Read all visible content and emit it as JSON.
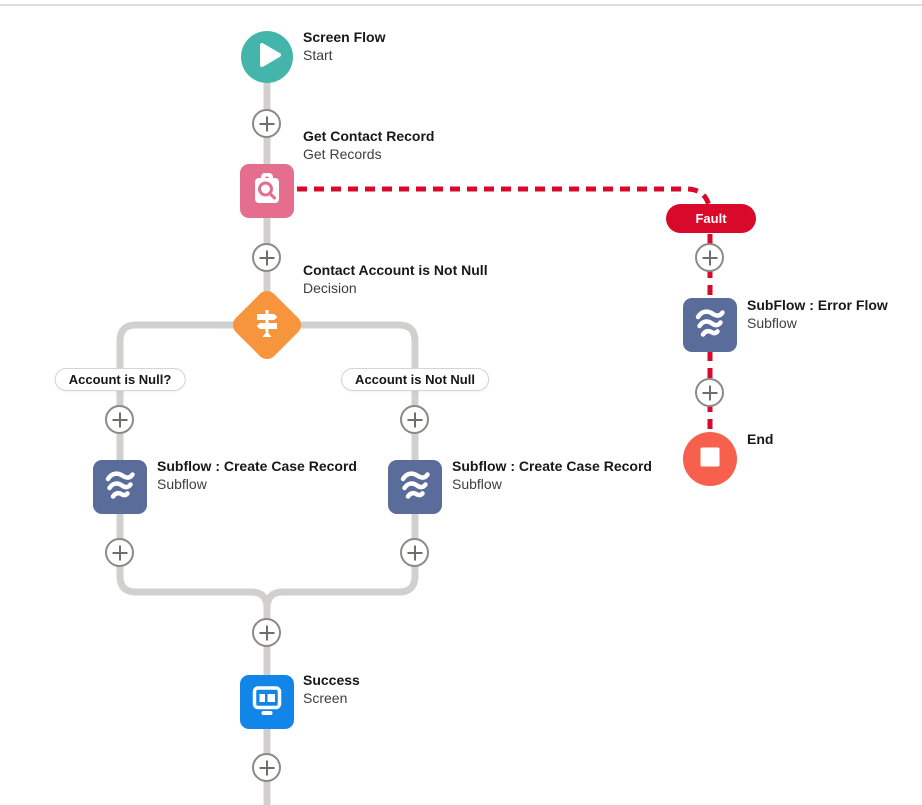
{
  "flow": {
    "start": {
      "title": "Screen Flow",
      "subtitle": "Start"
    },
    "get_record": {
      "title": "Get Contact Record",
      "subtitle": "Get Records"
    },
    "decision": {
      "title": "Contact Account is Not Null",
      "subtitle": "Decision"
    },
    "branch_left_label": "Account is Null?",
    "branch_right_label": "Account is Not Null",
    "subflow_left": {
      "title": "Subflow : Create Case Record",
      "subtitle": "Subflow"
    },
    "subflow_right": {
      "title": "Subflow : Create Case Record",
      "subtitle": "Subflow"
    },
    "success": {
      "title": "Success",
      "subtitle": "Screen"
    },
    "fault_badge": "Fault",
    "error_subflow": {
      "title": "SubFlow : Error Flow",
      "subtitle": "Subflow"
    },
    "end": {
      "title": "End"
    }
  },
  "colors": {
    "connector": "#d2d0ce",
    "fault_red": "#d8092b",
    "start_teal": "#43b5aa",
    "get_records_pink": "#e56e8e",
    "decision_orange": "#f6953d",
    "subflow_slate": "#5a6c9a",
    "screen_blue": "#1286e8",
    "end_salmon": "#f8604e"
  }
}
